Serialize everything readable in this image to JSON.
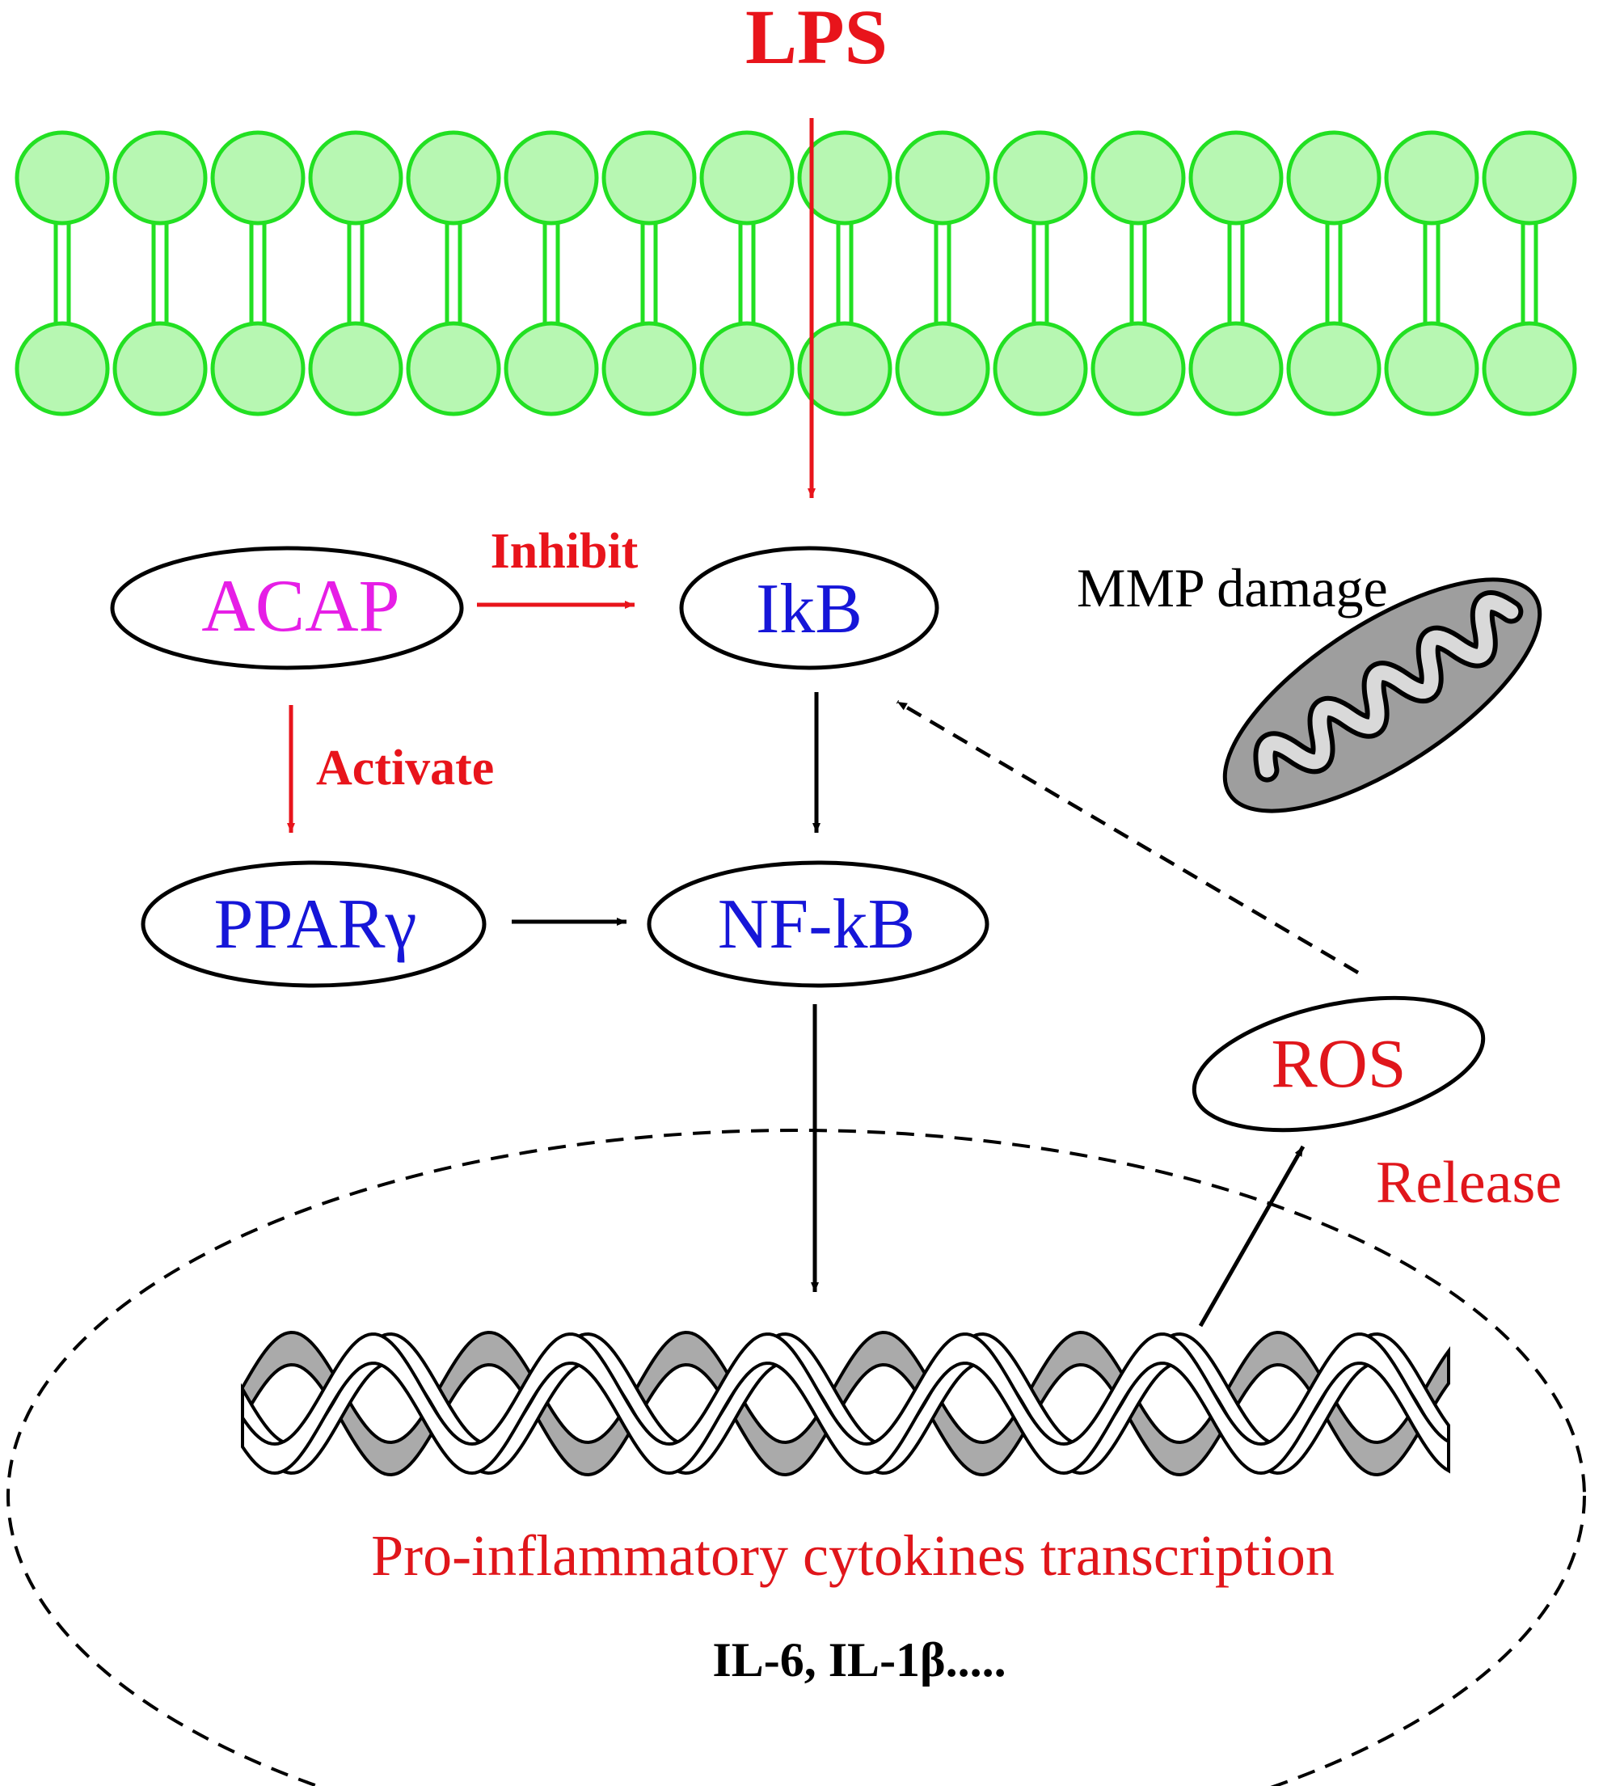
{
  "labels": {
    "stimulus": "LPS",
    "acap": "ACAP",
    "ikb": "IkB",
    "pparg": "PPARγ",
    "nfkb": "NF-kB",
    "ros": "ROS",
    "mmp": "MMP damage",
    "inhibit": "Inhibit",
    "activate": "Activate",
    "release": "Release",
    "transcription": "Pro-inflammatory cytokines transcription",
    "cytokines": "IL-6, IL-1β....."
  },
  "colors": {
    "stimulus": "#e8141b",
    "red_arrow": "#e8141b",
    "acap": "#e61ee6",
    "node_text": "#1616d8",
    "ros": "#e0161b",
    "membrane_fill": "#b7f7b2",
    "membrane_stroke": "#22e022",
    "mitochondrion_fill": "#9e9e9e",
    "dna_back": "#aaaaaa",
    "black": "#000000"
  },
  "icons": {
    "membrane": "lipid-bilayer-icon",
    "mitochondrion": "mitochondrion-icon",
    "dna": "dna-double-helix-icon"
  }
}
